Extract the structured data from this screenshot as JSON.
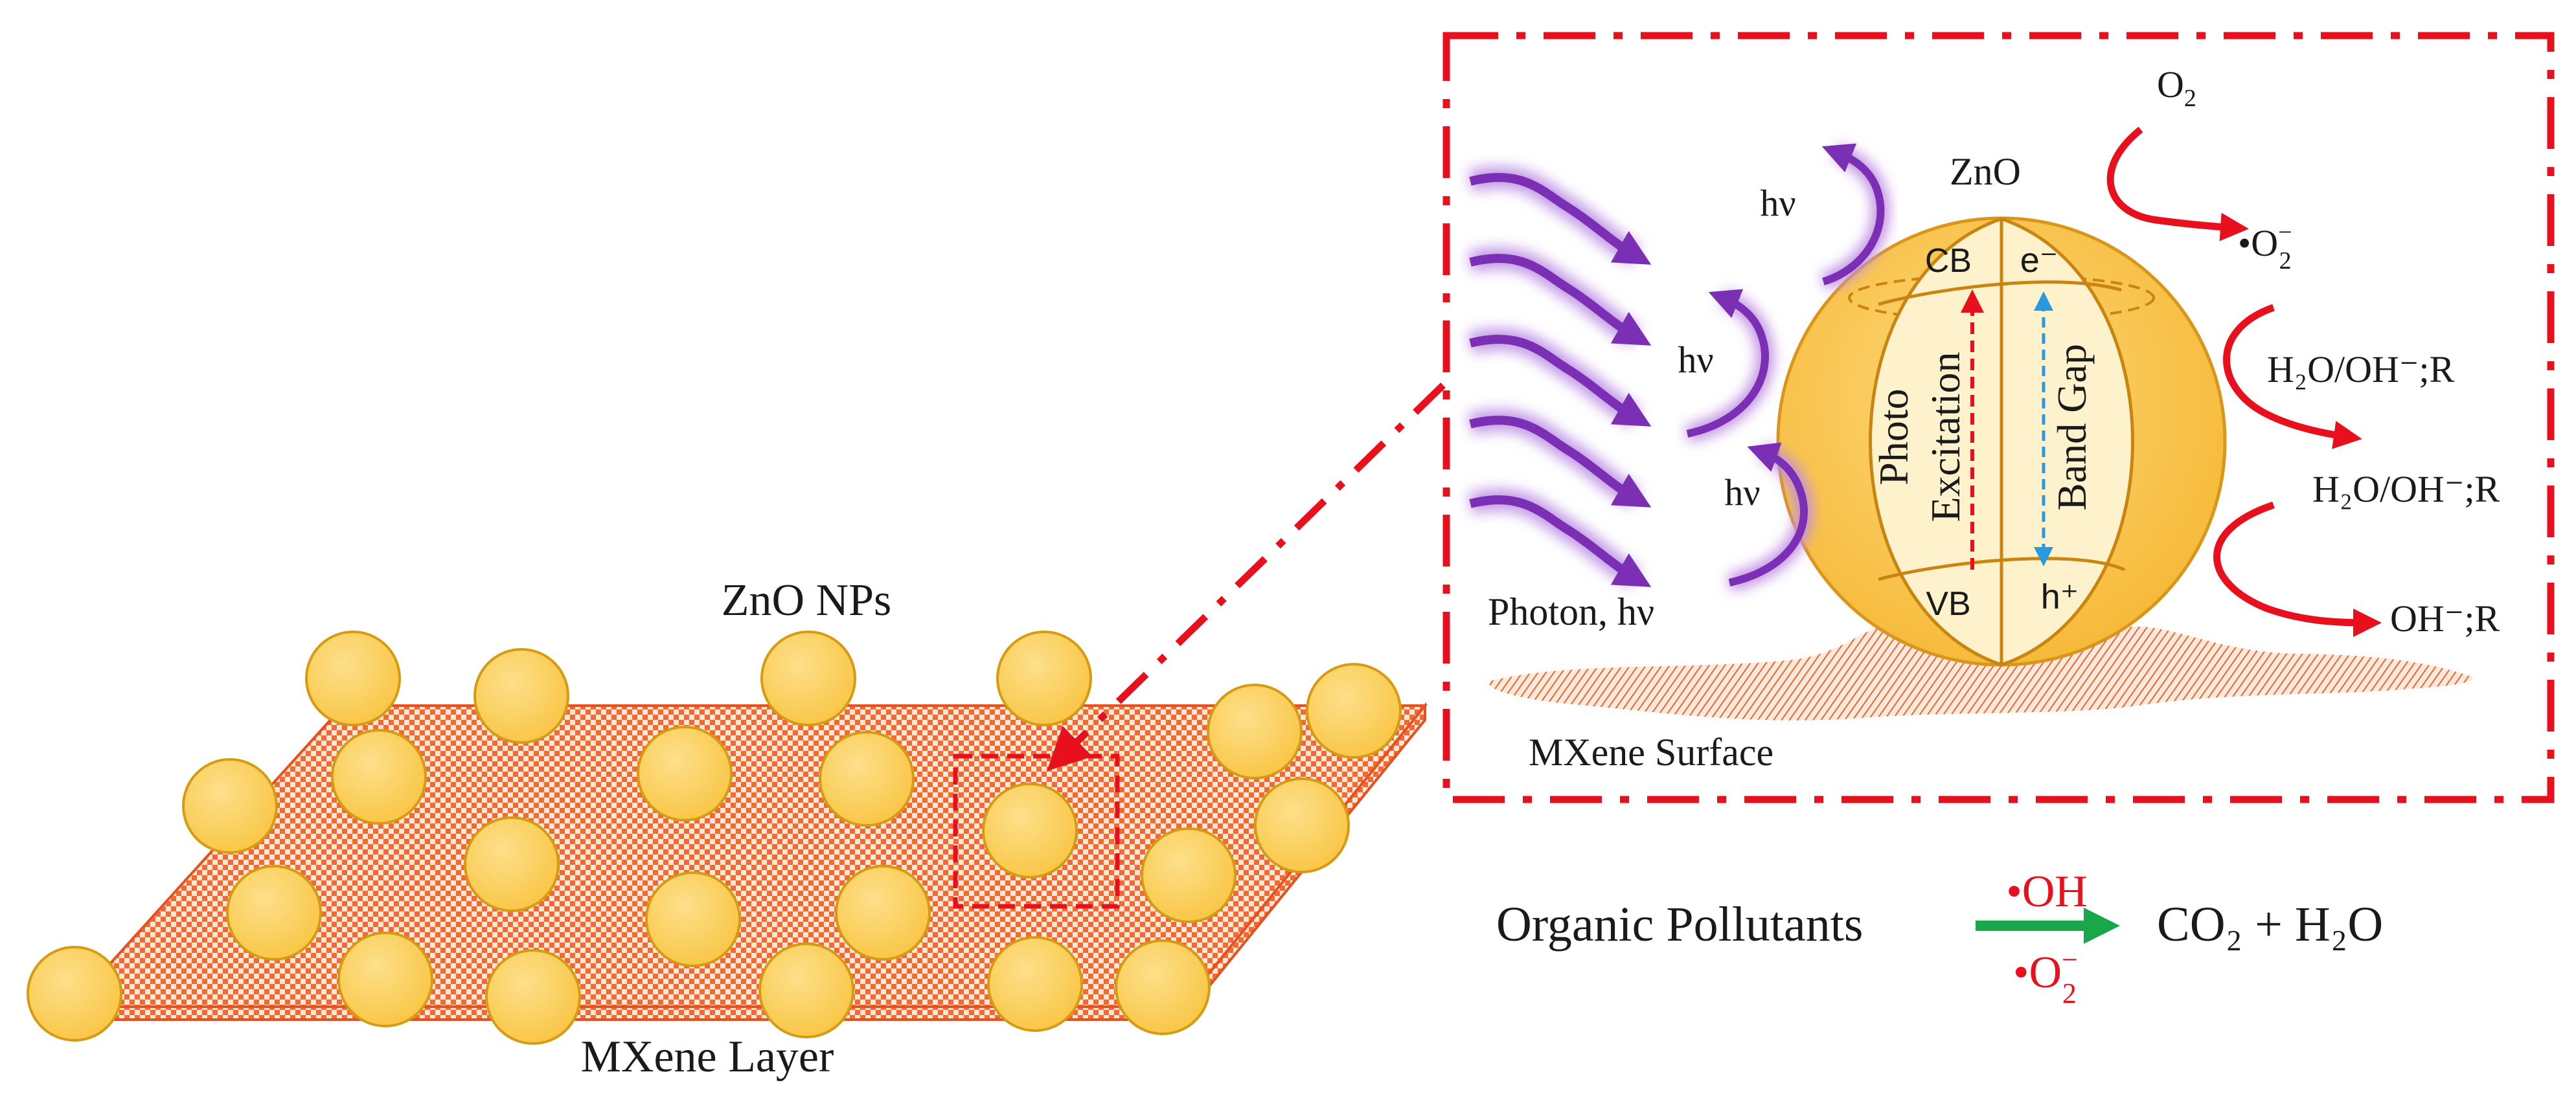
{
  "colors": {
    "mxene_orange": "#f05a28",
    "mxene_fill": "#fbd2b8",
    "nanoparticle_fill": "#fcd062",
    "nanoparticle_edge": "#d79b12",
    "sphere_light": "#fdf2cc",
    "callout_red": "#e8101c",
    "photon_purple": "#7a2fb5",
    "reaction_arrow_green": "#1aa64a",
    "bandgap_blue": "#2a9ae0",
    "text": "#1a1a1a"
  },
  "left_panel": {
    "label_nps": "ZnO NPs",
    "label_layer": "MXene Layer"
  },
  "zoom_panel": {
    "znO_label": "ZnO",
    "cb_label": "CB",
    "vb_label": "VB",
    "electron_label": "e⁻",
    "hole_label": "h⁺",
    "photo_excitation_line1": "Photo",
    "photo_excitation_line2": "Excitation",
    "band_gap_label": "Band Gap",
    "photon_label": "Photon, hν",
    "hv_label": "hν",
    "surface_label": "MXene Surface",
    "o2_label": "O",
    "o2_sub": "2",
    "superoxide_label": "•O",
    "superoxide_sub": "2",
    "superoxide_sup": "−",
    "water_label_1": "H₂O/OH⁻;R",
    "water_label_2": "H₂O/OH⁻;R",
    "hydroxide_label": "OH⁻;R"
  },
  "reaction": {
    "reactant": "Organic Pollutants",
    "above_arrow": "•OH",
    "below_arrow_base": "•O",
    "below_arrow_sub": "2",
    "below_arrow_sup": "−",
    "product": "CO₂ + H₂O"
  }
}
